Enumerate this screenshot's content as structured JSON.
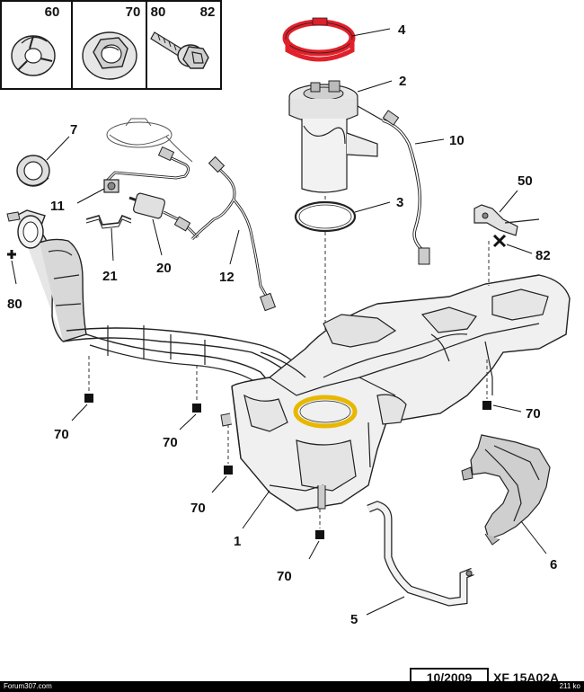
{
  "legend_box": {
    "headers": [
      "60",
      "70",
      "80",
      "82"
    ]
  },
  "labels": {
    "l4": "4",
    "l2": "2",
    "l10": "10",
    "l7": "7",
    "l11": "11",
    "l3": "3",
    "l50": "50",
    "l82": "82",
    "l80": "80",
    "l21": "21",
    "l20": "20",
    "l12": "12",
    "l70a": "70",
    "l70b": "70",
    "l70c": "70",
    "l70d": "70",
    "l70e": "70",
    "l1": "1",
    "l6": "6",
    "l5": "5"
  },
  "footer": {
    "date": "10/2009",
    "reference": "XF 15A02A",
    "watermark": "Forum307.com",
    "filesize": "211 ko"
  },
  "colors": {
    "highlight_red": "#e0202a",
    "highlight_yellow": "#e8b800",
    "line": "#222222"
  }
}
